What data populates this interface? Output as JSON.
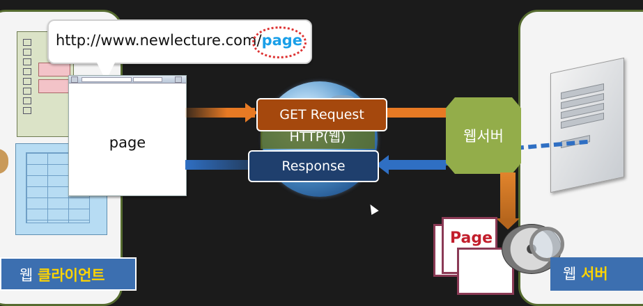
{
  "bubble": {
    "url_prefix": "http://www.newlecture.com/",
    "url_page": "page"
  },
  "browser": {
    "page_label": "page"
  },
  "center": {
    "get_request": "GET Request",
    "http_label": "HTTP(웹)",
    "response": "Response"
  },
  "server": {
    "webserver_label": "웹서버",
    "page_doc_label": "Page"
  },
  "labels": {
    "client_prefix": "웹 ",
    "client_keyword": "클라이언트",
    "server_prefix": "웹 ",
    "server_keyword": "서버"
  },
  "colors": {
    "request_arrow": "#e77a24",
    "response_arrow": "#2f6fc3",
    "get_box": "#a5480d",
    "response_box": "#1f3f6d",
    "webserver_box": "#93ad4a",
    "label_bar": "#3c6fb0",
    "keyword": "#ffd400"
  }
}
